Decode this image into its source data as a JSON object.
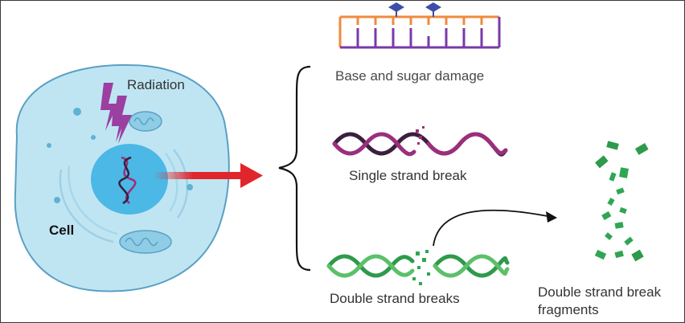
{
  "labels": {
    "radiation": "Radiation",
    "cell": "Cell",
    "base_sugar": "Base and sugar damage",
    "single_break": "Single strand break",
    "double_breaks": "Double strand breaks",
    "fragments_line1": "Double strand break",
    "fragments_line2": "fragments"
  },
  "colors": {
    "cell_fill": "#bfe5f3",
    "cell_stroke": "#5aa0c4",
    "nucleus": "#4bb8e6",
    "radiation": "#9b3fa0",
    "arrow": "#e0262b",
    "dna_orange": "#f08a3c",
    "dna_purple": "#7a3aa8",
    "dna_blue": "#3e4ea8",
    "helix_magenta": "#9b2f7c",
    "helix_dark": "#3b1f3e",
    "helix_green": "#2e9a4b",
    "helix_light_green": "#5cc06a",
    "fragment_green": "#2fa653"
  },
  "icons": [
    "radiation-bolt-icon",
    "dna-helix-icon",
    "mitochondrion-icon"
  ]
}
